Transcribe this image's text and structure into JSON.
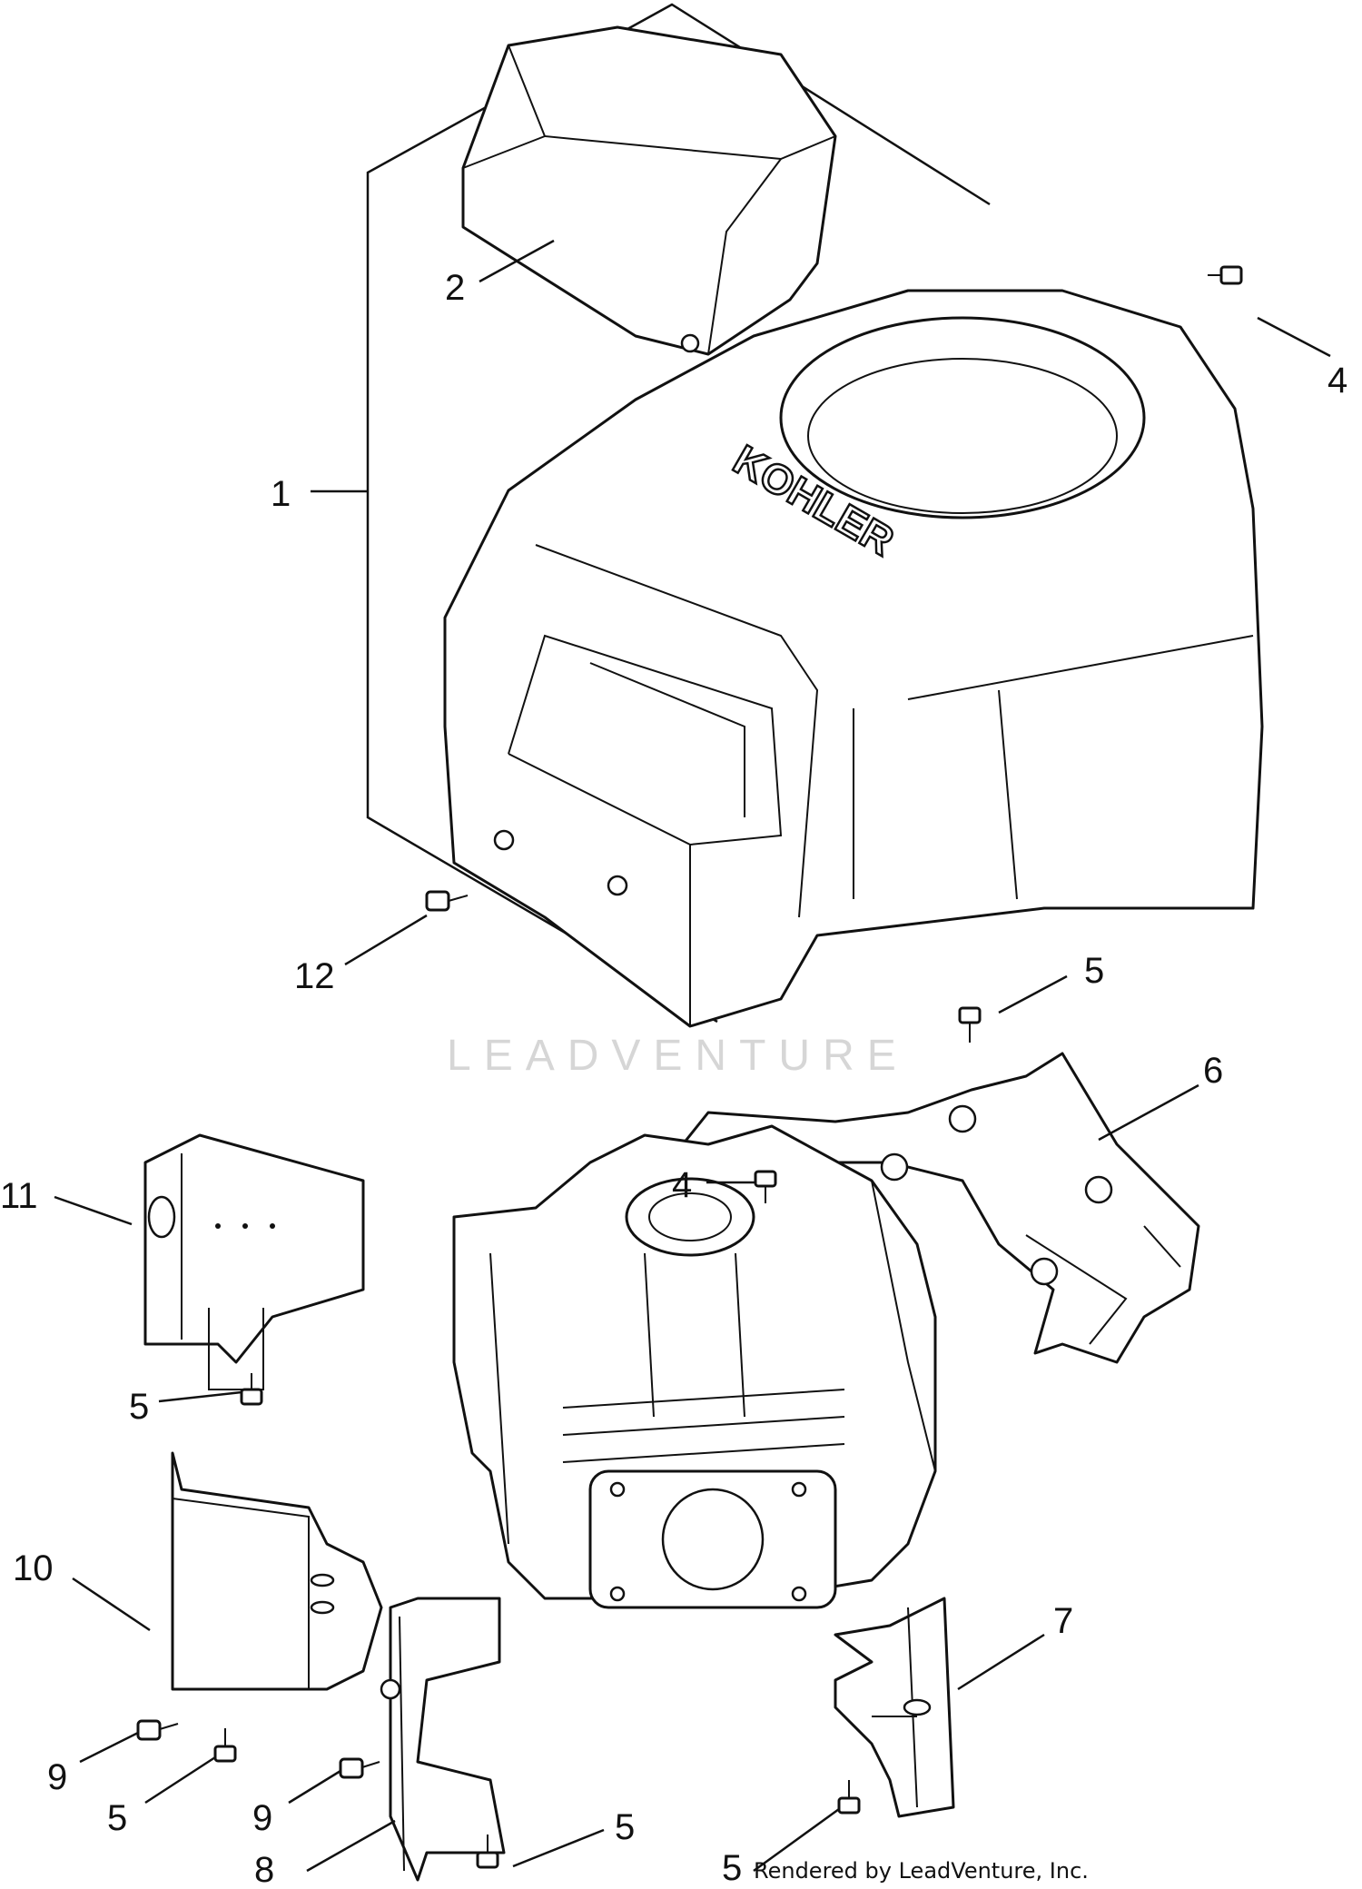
{
  "callouts": {
    "c1": "1",
    "c2": "2",
    "c4a": "4",
    "c4b": "4",
    "c5a": "5",
    "c5b": "5",
    "c5c": "5",
    "c5d": "5",
    "c5e": "5",
    "c6": "6",
    "c7": "7",
    "c8": "8",
    "c9a": "9",
    "c9b": "9",
    "c10": "10",
    "c11": "11",
    "c12": "12"
  },
  "logo_text": "KOHLER",
  "watermark": "LEADVENTURE",
  "credit": "Rendered by LeadVenture, Inc.",
  "colors": {
    "line": "#111111",
    "background": "#ffffff",
    "watermark": "#d6d6d6"
  }
}
